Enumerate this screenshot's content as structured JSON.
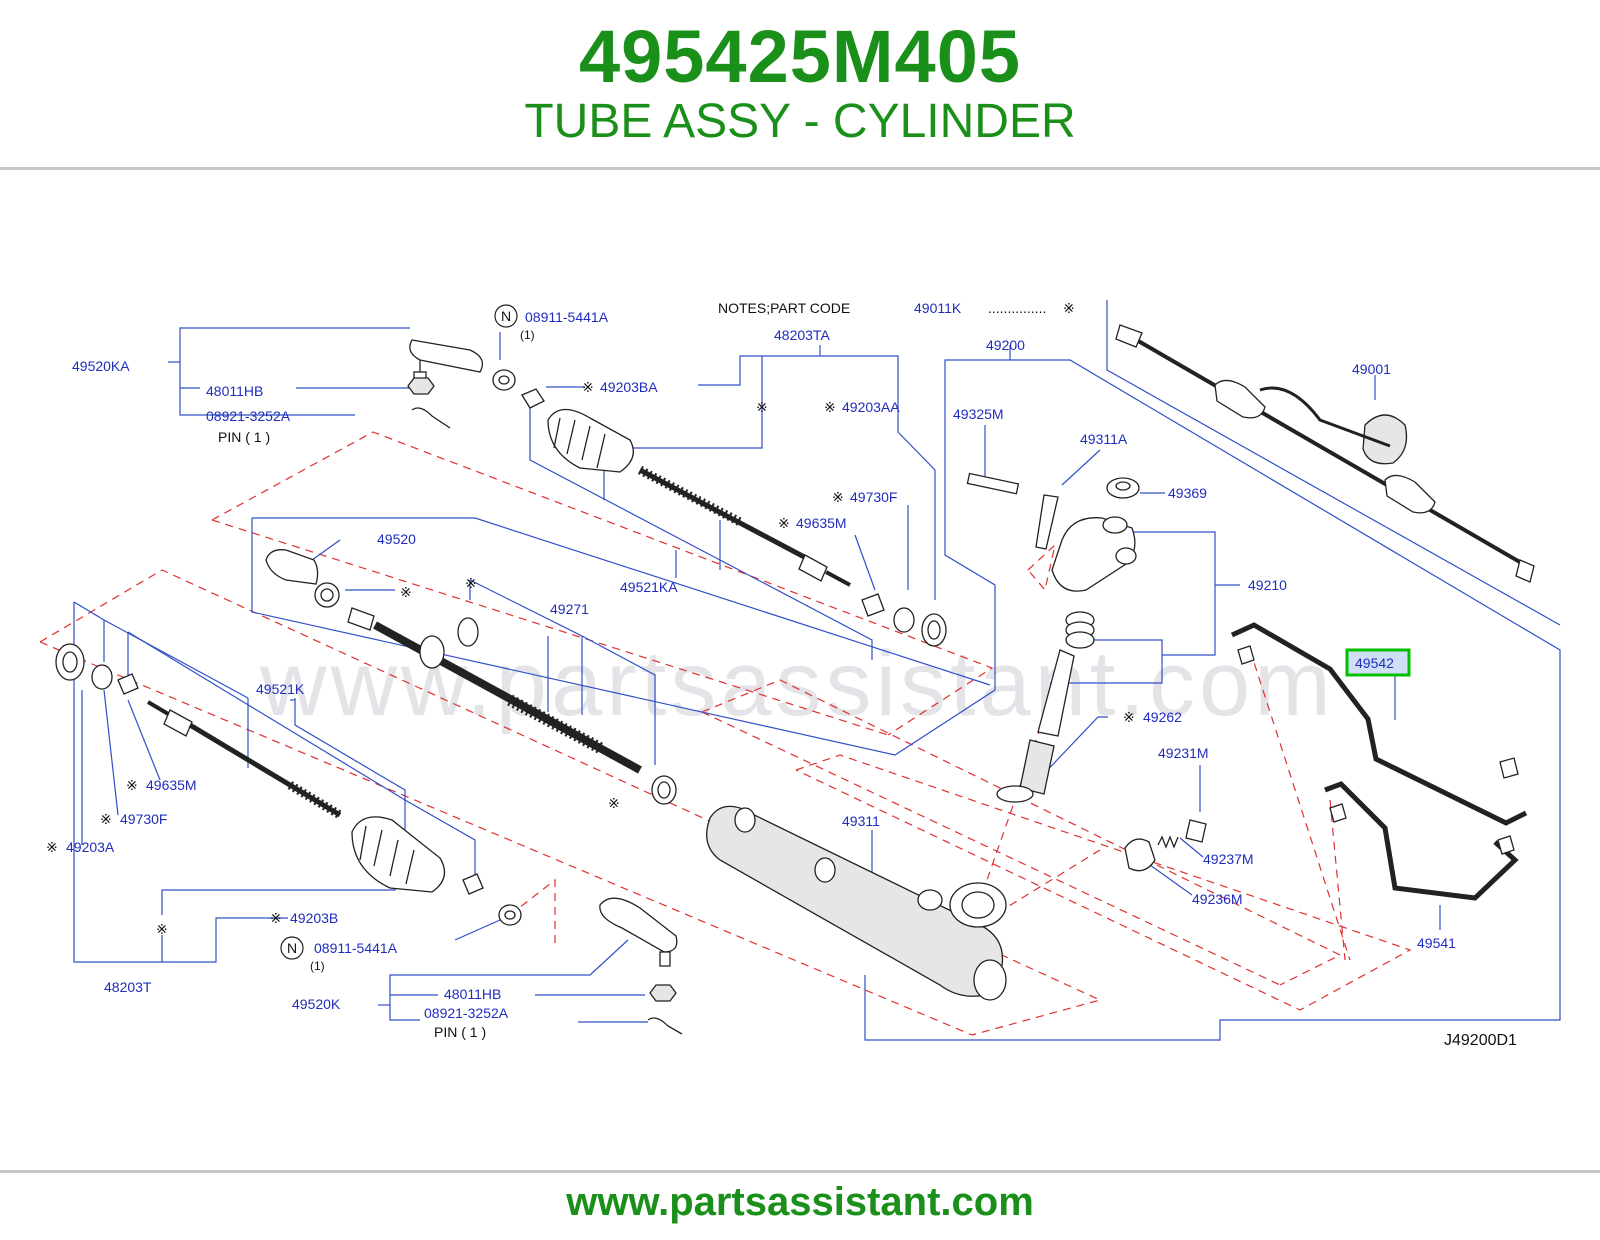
{
  "header": {
    "part_number": "495425M405",
    "part_name": "TUBE ASSY - CYLINDER"
  },
  "footer": {
    "url": "www.partsassistant.com"
  },
  "diagram": {
    "watermark": "www.partsassistant.com",
    "notes": "NOTES;PART   CODE",
    "notes_code": "49011K",
    "notes_dots": "...............",
    "mark": "※",
    "n_badge": "N",
    "pin_text": "PIN   (  1  )",
    "qty_one": "(1)",
    "drawing_id": "J49200D1",
    "highlight_label": "49542",
    "labels": {
      "l49520KA": "49520KA",
      "l48011HB_top": "48011HB",
      "l08921_top": "08921-3252A",
      "l08911_top": "08911-5441A",
      "l49203BA": "49203BA",
      "l48203TA": "48203TA",
      "l49203AA": "49203AA",
      "l49730F_top": "49730F",
      "l49635M_top": "49635M",
      "l49521KA": "49521KA",
      "l49520": "49520",
      "l49271": "49271",
      "l49200": "49200",
      "l49325M": "49325M",
      "l49311A": "49311A",
      "l49369": "49369",
      "l49210": "49210",
      "l49001": "49001",
      "l49262": "49262",
      "l49231M": "49231M",
      "l49237M": "49237M",
      "l49236M": "49236M",
      "l49311": "49311",
      "l49541": "49541",
      "l49521K": "49521K",
      "l49635M_bot": "49635M",
      "l49730F_bot": "49730F",
      "l49203A": "49203A",
      "l49203B": "49203B",
      "l08911_bot": "08911-5441A",
      "l48203T": "48203T",
      "l49520K": "49520K",
      "l48011HB_bot": "48011HB",
      "l08921_bot": "08921-3252A"
    }
  },
  "colors": {
    "brand_green": "#1a8f1a",
    "label_blue": "#1f2dbf",
    "highlight": "#00c000",
    "dash_red": "#e03030"
  }
}
